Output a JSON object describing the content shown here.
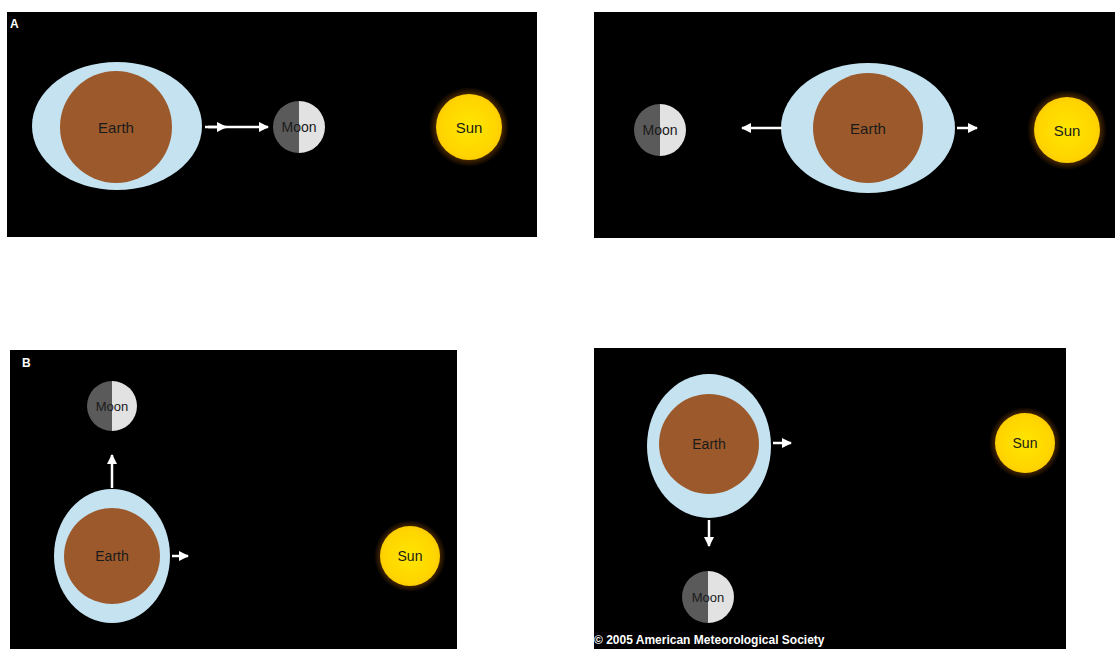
{
  "diagram": {
    "nodes": [
      {
        "text": [
          "Earth"
        ]
      },
      {
        "text": [
          "Moon"
        ]
      },
      {
        "text": [
          "Sun"
        ]
      },
      {
        "text": [
          "Moon"
        ]
      },
      {
        "text": [
          "Earth"
        ]
      },
      {
        "text": [
          "Sun"
        ]
      },
      {
        "text": [
          "Moon"
        ]
      },
      {
        "text": [
          "Earth"
        ]
      },
      {
        "text": [
          "Sun"
        ]
      },
      {
        "text": [
          "Earth"
        ]
      },
      {
        "text": [
          "Sun"
        ]
      },
      {
        "text": [
          "Moon"
        ]
      }
    ],
    "labels": [
      "A",
      "B",
      "© 2005 American Meteorological Society"
    ]
  }
}
